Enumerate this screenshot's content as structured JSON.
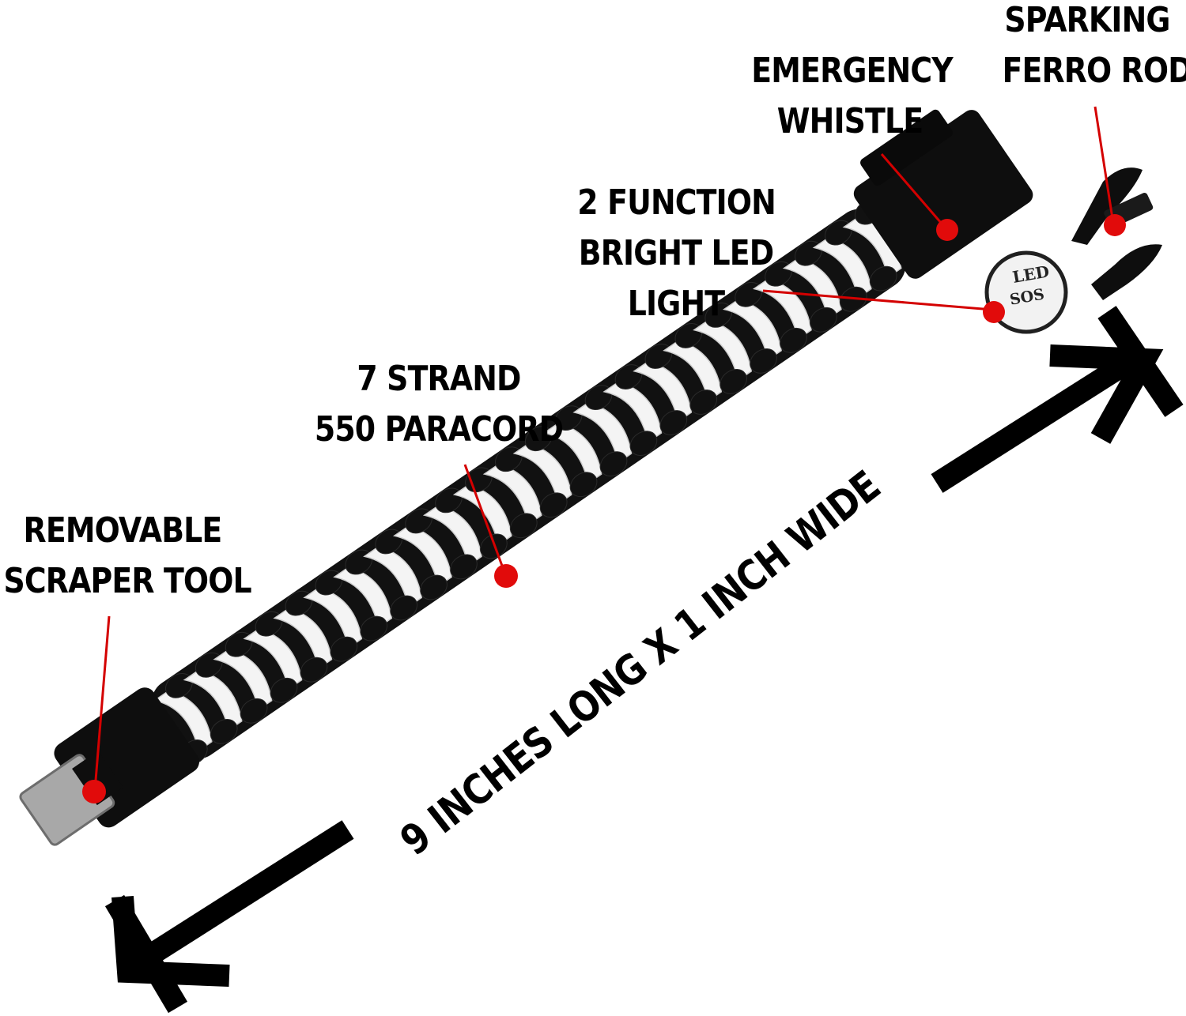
{
  "callouts": {
    "sparking_ferro_rod": [
      "SPARKING",
      "FERRO ROD"
    ],
    "emergency_whistle": [
      "EMERGENCY",
      "WHISTLE"
    ],
    "led_light": [
      "2 FUNCTION",
      "BRIGHT LED",
      "LIGHT"
    ],
    "paracord": [
      "7 STRAND",
      "550 PARACORD"
    ],
    "scraper_tool": [
      "REMOVABLE",
      "SCRAPER TOOL"
    ]
  },
  "dimension_label": "9 INCHES LONG X 1 INCH WIDE",
  "led_module": {
    "top_text": "LED",
    "bottom_text": "SOS"
  },
  "colors": {
    "callout_dot": "#e10b0b",
    "leader_line": "#d40000",
    "cord_dark": "#111111",
    "cord_light": "#f4f4f4",
    "scraper": "#a8a8a8"
  }
}
